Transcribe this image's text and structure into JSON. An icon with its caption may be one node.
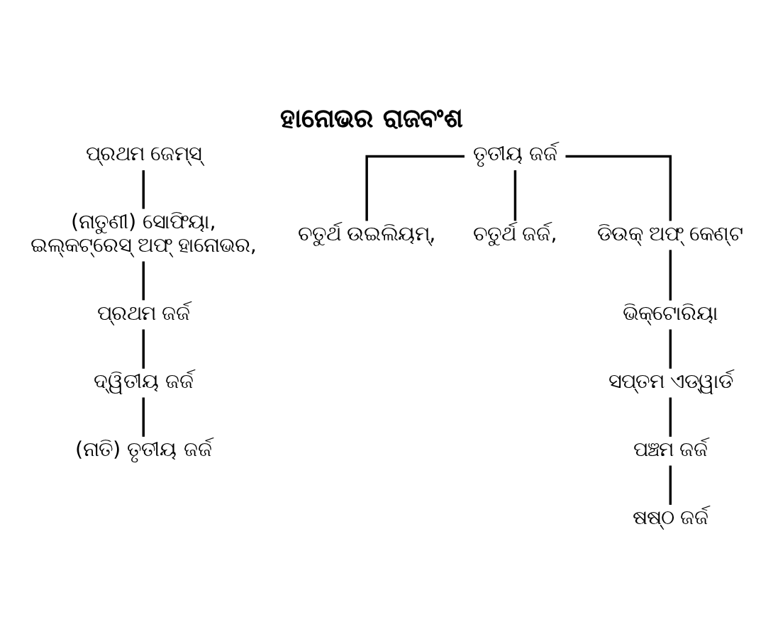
{
  "diagram": {
    "title": "ହାନୋଭର ରାଜବଂଶ",
    "nodes": [
      {
        "text": [
          "ପ୍ରଥମ ଜେମ୍ସ୍"
        ]
      },
      {
        "text": [
          "ତୃତୀୟ ଜର୍ଜ"
        ]
      },
      {
        "text": [
          "(ନାତୁଣୀ) ସୋଫିୟା, ଇଲ୍‌କଟ୍ରେସ୍‌ ଅଫ୍ ହାନୋଭର,"
        ]
      },
      {
        "text": [
          "ଚତୁର୍ଥ ଉଇଲିୟମ୍,"
        ]
      },
      {
        "text": [
          "ଚତୁର୍ଥ ଜର୍ଜ,"
        ]
      },
      {
        "text": [
          "ଡିଉକ୍ ଅଫ୍ କେଣ୍ଟ"
        ]
      },
      {
        "text": [
          "ପ୍ରଥମ ଜର୍ଜ"
        ]
      },
      {
        "text": [
          "ଭିକ୍ଟୋରିୟା"
        ]
      },
      {
        "text": [
          "ଦ୍ୱିତୀୟ ଜର୍ଜ"
        ]
      },
      {
        "text": [
          "ସପ୍ତମ ଏଡ୍‌ୱାର୍ଡ"
        ]
      },
      {
        "text": [
          "(ନାତି) ତୃତୀୟ ଜର୍ଜ"
        ]
      },
      {
        "text": [
          "ପଞ୍ଚମ ଜର୍ଜ"
        ]
      },
      {
        "text": [
          "ଷଷ୍ଠ ଜର୍ଜ"
        ]
      }
    ],
    "edges": [
      {
        "from": 0,
        "to": 2,
        "arrow": "none"
      },
      {
        "from": 1,
        "to": 3,
        "arrow": "none"
      },
      {
        "from": 1,
        "to": 4,
        "arrow": "none"
      },
      {
        "from": 1,
        "to": 5,
        "arrow": "none"
      },
      {
        "from": 2,
        "to": 6,
        "arrow": "none"
      },
      {
        "from": 6,
        "to": 8,
        "arrow": "none"
      },
      {
        "from": 8,
        "to": 10,
        "arrow": "none"
      },
      {
        "from": 5,
        "to": 7,
        "arrow": "none"
      },
      {
        "from": 7,
        "to": 9,
        "arrow": "none"
      },
      {
        "from": 9,
        "to": 11,
        "arrow": "none"
      },
      {
        "from": 11,
        "to": 12,
        "arrow": "none"
      }
    ]
  }
}
